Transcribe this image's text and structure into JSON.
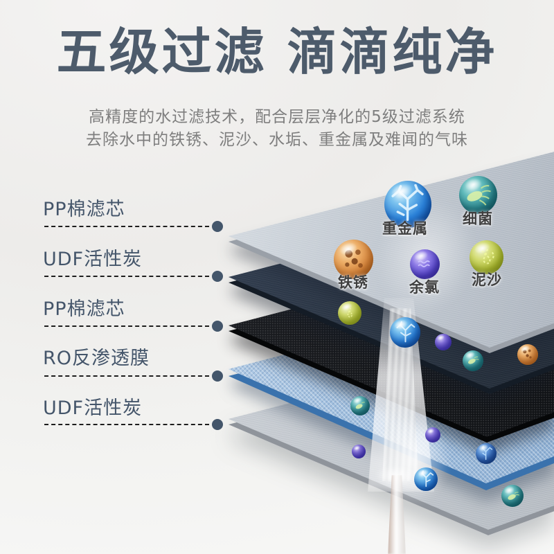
{
  "header": {
    "title": "五级过滤 滴滴纯净",
    "subtitle_line1": "高精度的水过滤技术，配合层层净化的5级过滤系统",
    "subtitle_line2": "去除水中的铁锈、泥沙、水垢、重金属及难闻的气味"
  },
  "filter_stages": [
    {
      "label": "PP棉滤芯"
    },
    {
      "label": "UDF活性炭"
    },
    {
      "label": "PP棉滤芯"
    },
    {
      "label": "RO反渗透膜"
    },
    {
      "label": "UDF活性炭"
    }
  ],
  "contaminants": [
    {
      "label": "重金属",
      "icon": "heavy-metal-crystal-icon",
      "color": "#1e6fd0"
    },
    {
      "label": "细菌",
      "icon": "bacteria-icon",
      "color": "#1d767e"
    },
    {
      "label": "铁锈",
      "icon": "rust-particle-icon",
      "color": "#cf7f2e"
    },
    {
      "label": "余氯",
      "icon": "chlorine-wave-icon",
      "color": "#4a3bc4"
    },
    {
      "label": "泥沙",
      "icon": "sediment-icon",
      "color": "#9aa82e"
    }
  ],
  "colors": {
    "title": "#4d5b6b",
    "subtitle": "#7e7e7e",
    "stage_label": "#44556a",
    "leader_dot": "#44566b",
    "layer_pp_top": "#cdd4da",
    "layer_udf_navy": "#2a3544",
    "layer_pp_carbon_black": "#17191c",
    "layer_ro_blue": "#aac6e3",
    "layer_udf_gray": "#c5cacf",
    "ro_edge_blue": "#3a72ad"
  }
}
